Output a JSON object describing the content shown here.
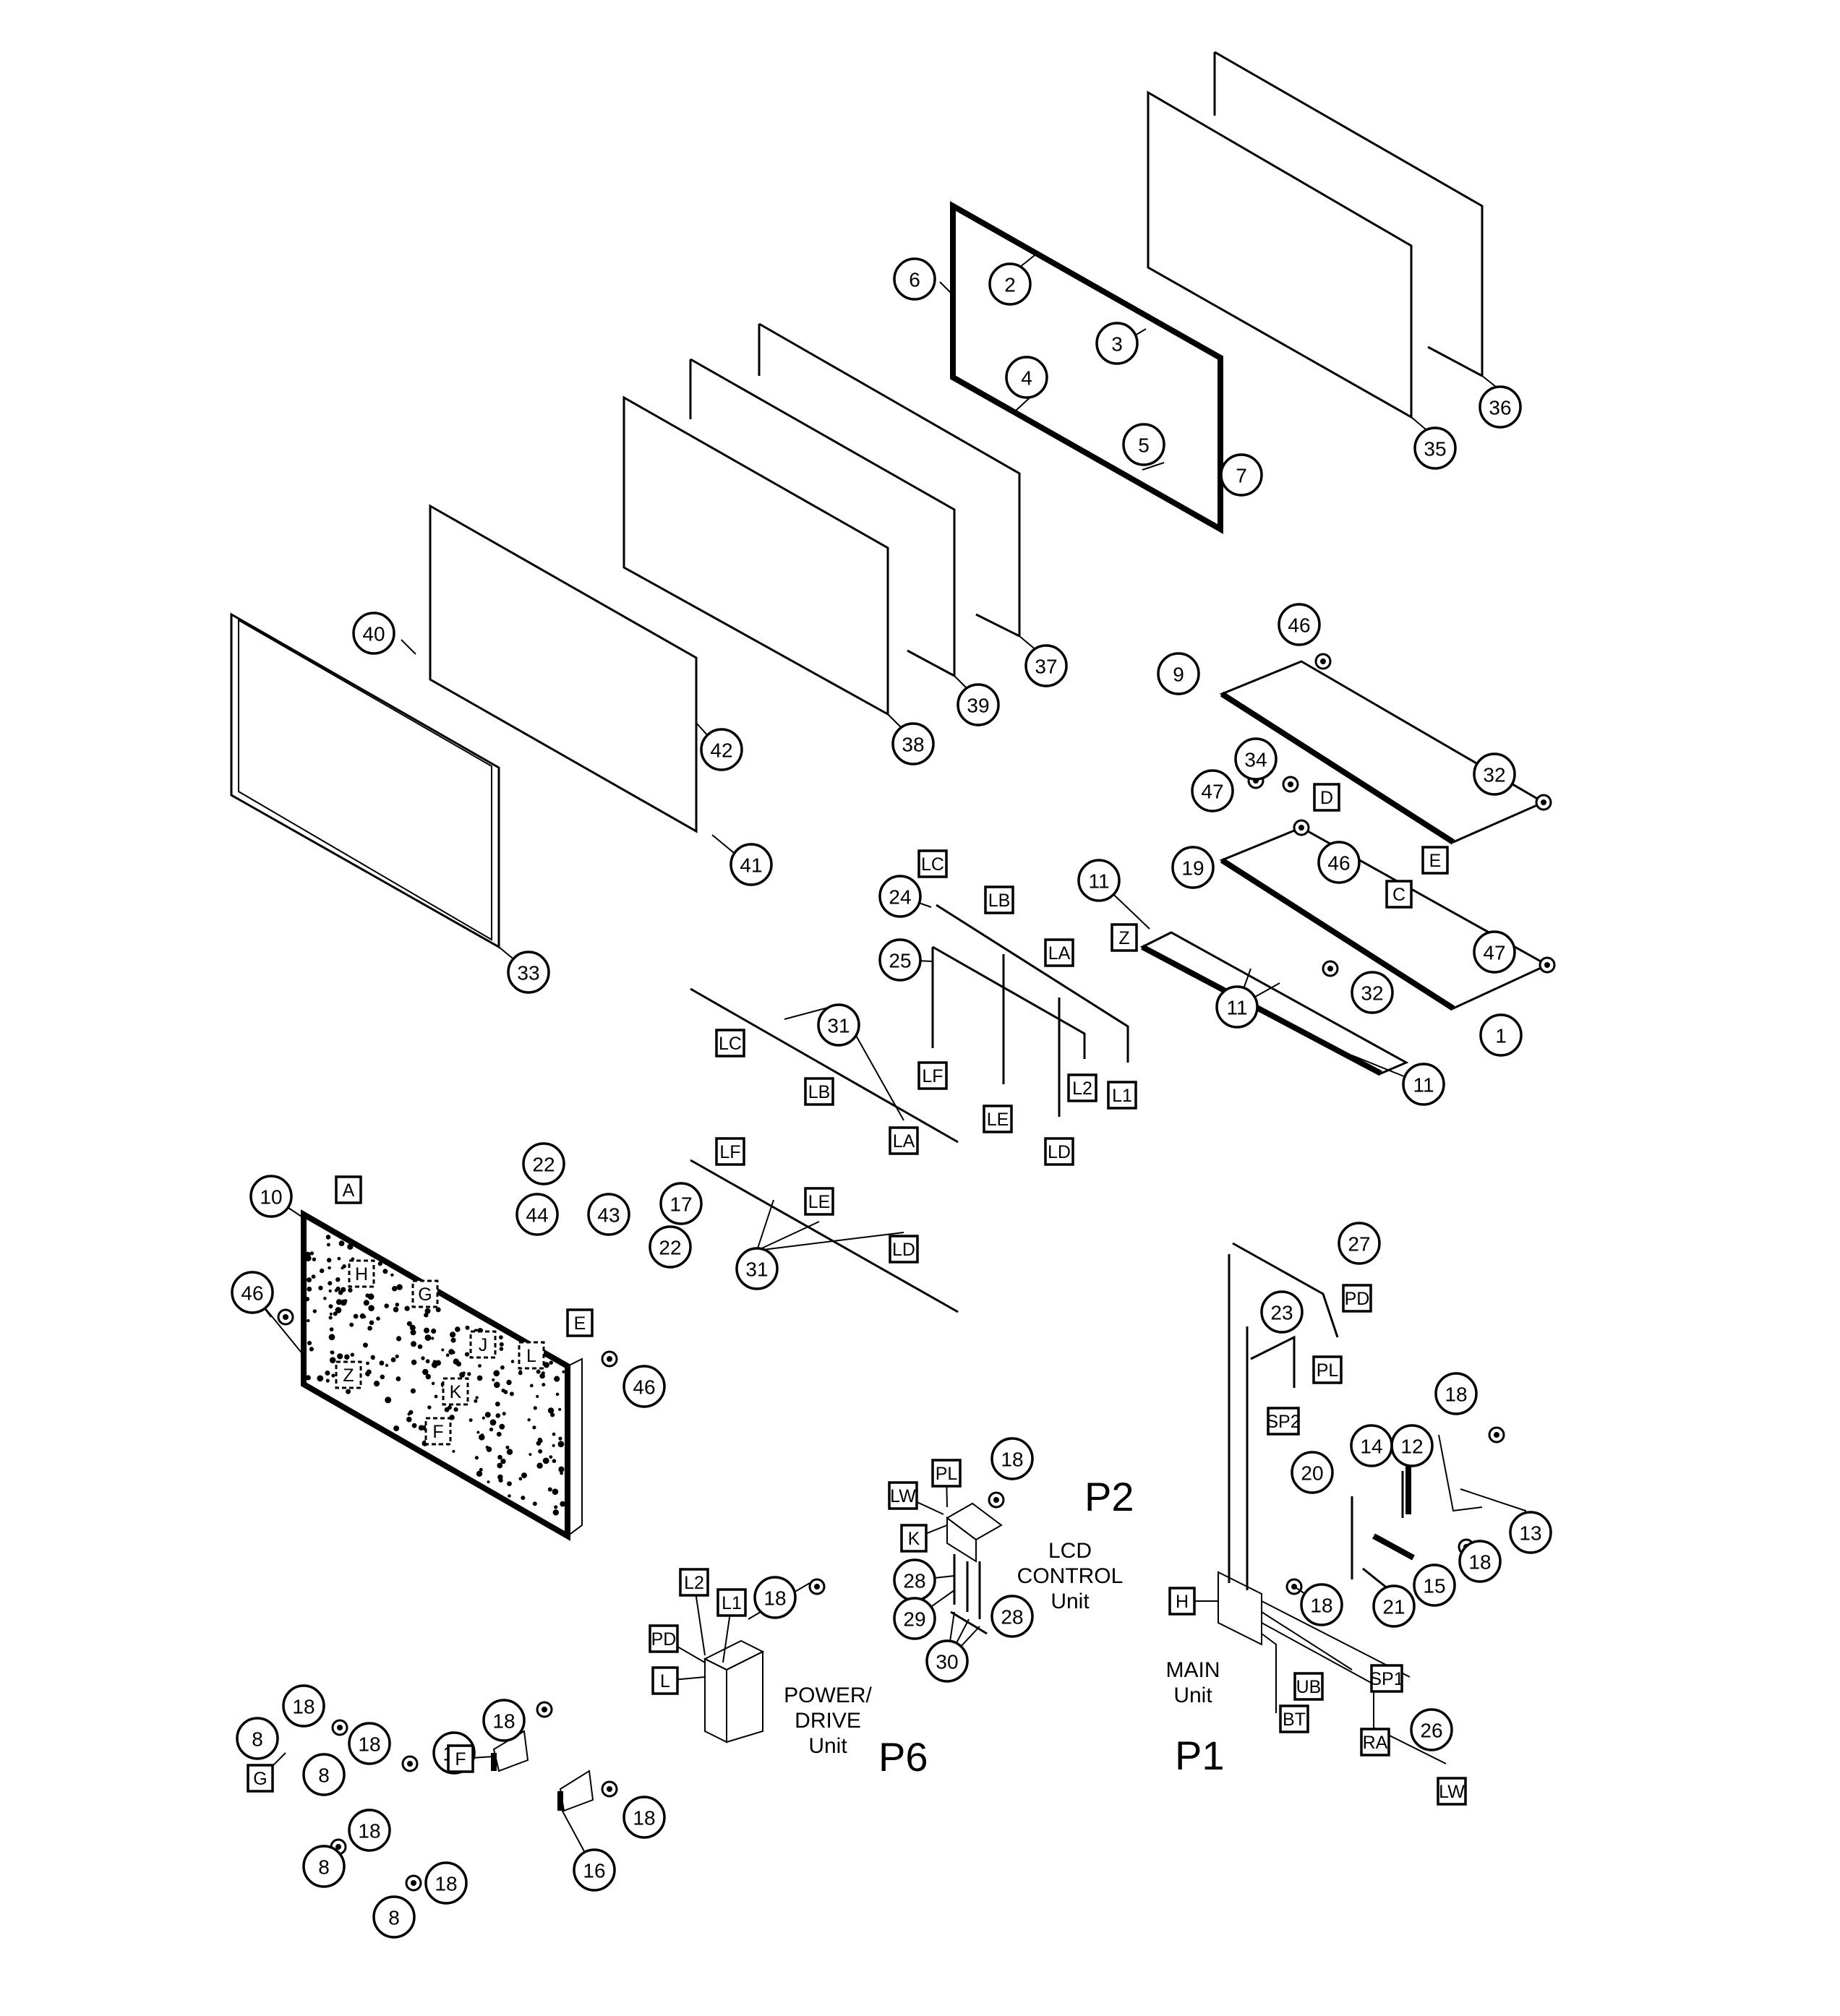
{
  "sections": {
    "p1": "P1",
    "p2": "P2",
    "p6": "P6"
  },
  "units": {
    "lcd": [
      "LCD",
      "CONTROL",
      "Unit"
    ],
    "power": [
      "POWER/",
      "DRIVE",
      "Unit"
    ],
    "main": [
      "MAIN",
      "Unit"
    ]
  },
  "callout_numbers": [
    "1",
    "2",
    "3",
    "4",
    "5",
    "6",
    "7",
    "8",
    "9",
    "10",
    "11",
    "12",
    "13",
    "14",
    "15",
    "16",
    "17",
    "18",
    "19",
    "20",
    "21",
    "22",
    "23",
    "24",
    "25",
    "26",
    "27",
    "28",
    "29",
    "30",
    "31",
    "32",
    "33",
    "34",
    "35",
    "36",
    "37",
    "38",
    "39",
    "40",
    "41",
    "42",
    "43",
    "44",
    "46",
    "47"
  ],
  "connector_tags": [
    "A",
    "C",
    "D",
    "E",
    "F",
    "G",
    "H",
    "J",
    "K",
    "L",
    "Z",
    "LA",
    "LB",
    "LC",
    "LD",
    "LE",
    "LF",
    "L1",
    "L2",
    "PD",
    "PL",
    "LW",
    "SP1",
    "SP2",
    "UB",
    "BT",
    "RA"
  ]
}
